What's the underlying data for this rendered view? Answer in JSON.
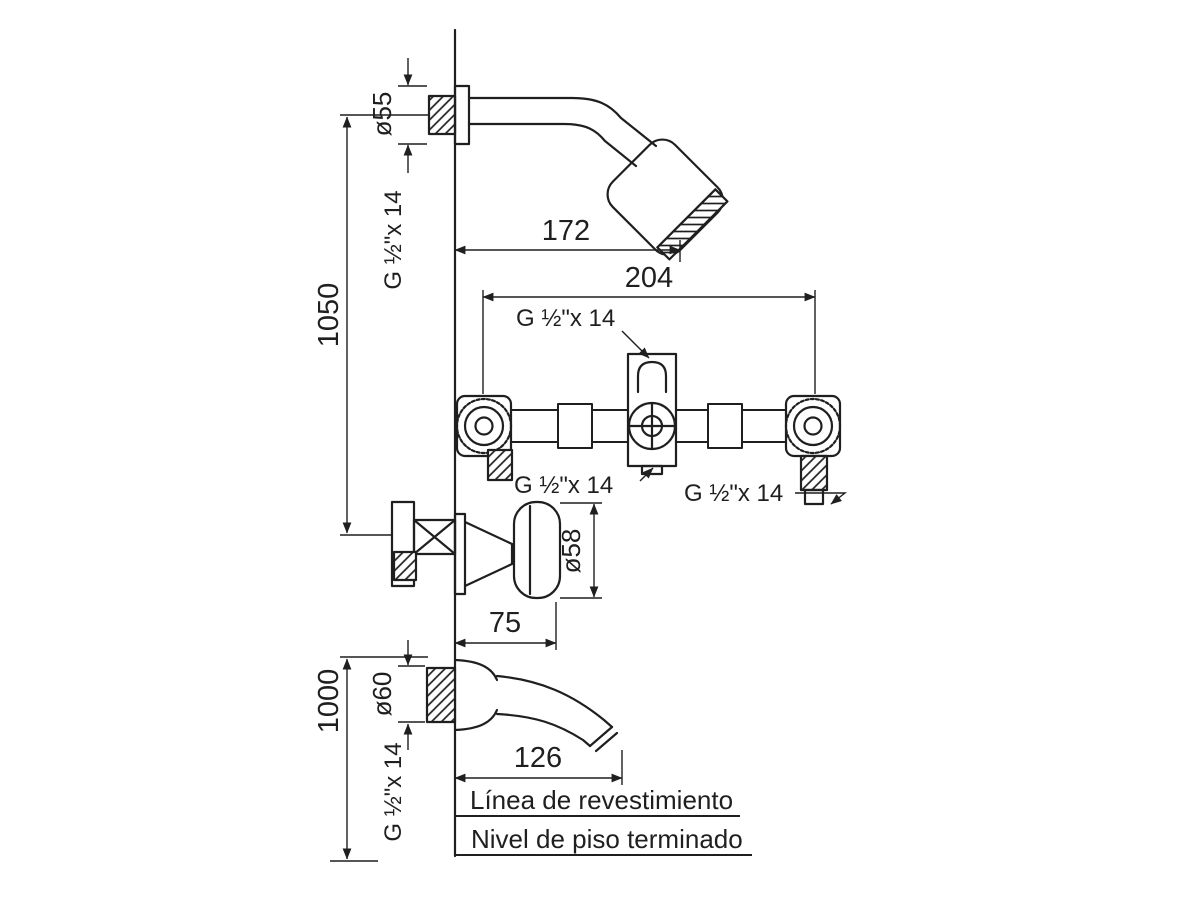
{
  "drawing": {
    "colors": {
      "ink": "#1f1f1f",
      "paper": "#ffffff"
    },
    "dimensions": {
      "shower_flange_diameter": "ø55",
      "shower_arm_projection": "172",
      "valve_center_distance": "204",
      "shower_head_height": "1050",
      "diverter_diameter": "ø58",
      "diverter_projection": "75",
      "spout_escutcheon_diameter": "ø60",
      "spout_height": "1000",
      "spout_projection": "126"
    },
    "thread_labels": {
      "shower_arm": "G ½\"x 14",
      "valve_inlet_top": "G ½\"x 14",
      "valve_outlet_bottom": "G ½\"x 14",
      "valve_inlet_right": "G ½\"x 14",
      "spout_inlet": "G ½\"x 14"
    },
    "reference_lines": {
      "finish": "Línea de revestimiento",
      "floor": "Nivel de piso terminado"
    }
  }
}
